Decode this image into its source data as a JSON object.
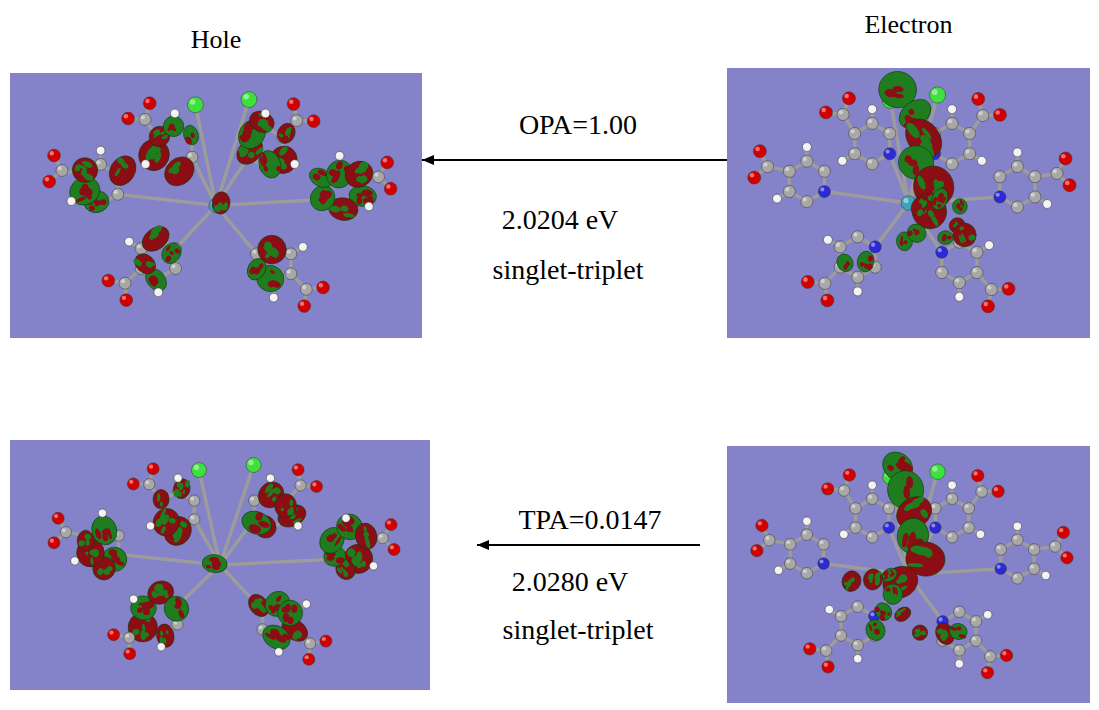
{
  "diagram": {
    "nodes": [
      {
        "text": [
          "Hole"
        ]
      },
      {
        "text": [
          "Electron"
        ]
      }
    ],
    "edges": [
      {
        "from": 1,
        "to": 0,
        "arrow": "to",
        "label": "OPA=1.00"
      }
    ],
    "labels": [
      "2.0204 eV",
      "singlet-triplet",
      "TPA=0.0147",
      "2.0280 eV",
      "singlet-triplet"
    ]
  }
}
